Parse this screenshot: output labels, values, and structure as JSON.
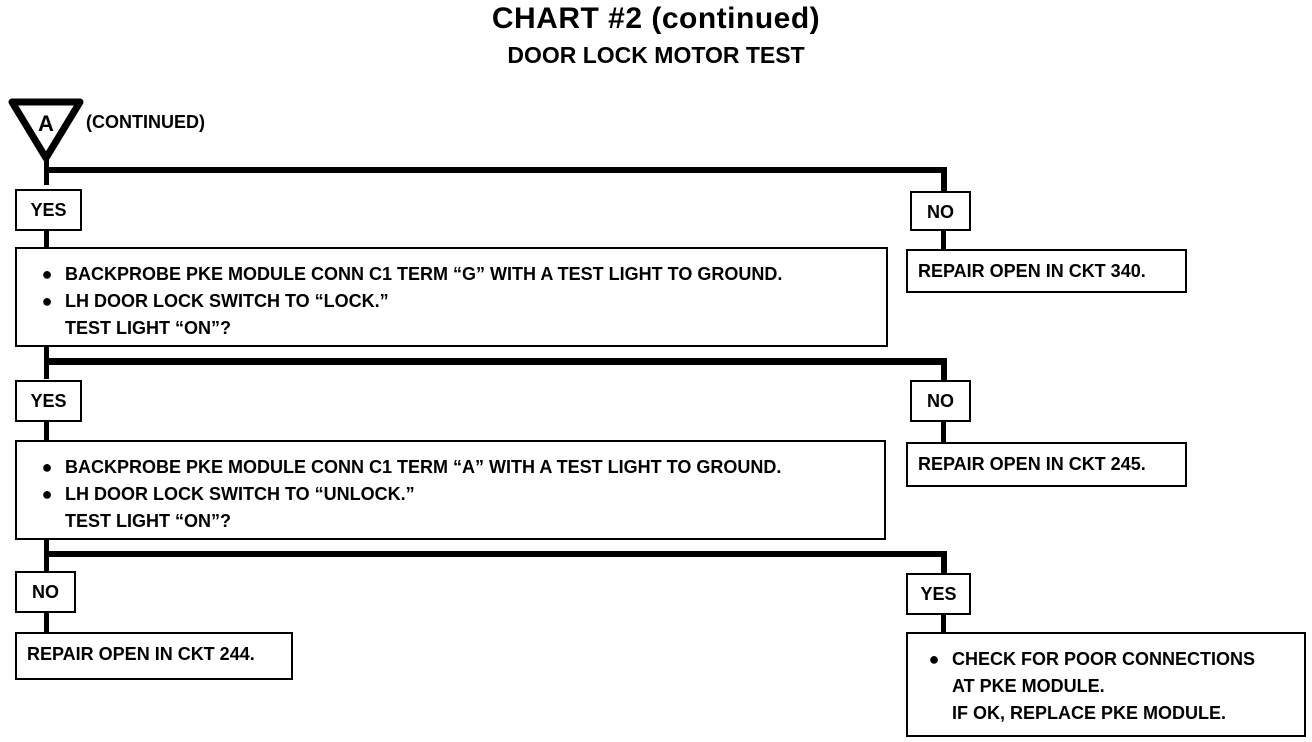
{
  "title": "CHART #2  (continued)",
  "subtitle": "DOOR LOCK MOTOR TEST",
  "connector": {
    "letter": "A",
    "label": "(CONTINUED)"
  },
  "step1": {
    "yes_label": "YES",
    "no_label": "NO",
    "bullet1": "BACKPROBE PKE MODULE CONN C1 TERM “G” WITH A TEST LIGHT TO GROUND.",
    "bullet2": "LH DOOR LOCK SWITCH TO “LOCK.”",
    "question": "TEST LIGHT “ON”?",
    "no_result": "REPAIR OPEN IN CKT 340."
  },
  "step2": {
    "yes_label": "YES",
    "no_label": "NO",
    "bullet1": "BACKPROBE PKE MODULE CONN C1 TERM “A” WITH A TEST LIGHT TO GROUND.",
    "bullet2": "LH DOOR LOCK SWITCH TO “UNLOCK.”",
    "question": "TEST LIGHT “ON”?",
    "no_result": "REPAIR OPEN IN CKT 245."
  },
  "step3": {
    "no_label": "NO",
    "yes_label": "YES",
    "no_result": "REPAIR OPEN IN CKT 244.",
    "yes_line1": "CHECK FOR POOR CONNECTIONS",
    "yes_line2": "AT PKE MODULE.",
    "yes_line3": "IF OK, REPLACE PKE MODULE."
  },
  "bullet_symbol": "●"
}
